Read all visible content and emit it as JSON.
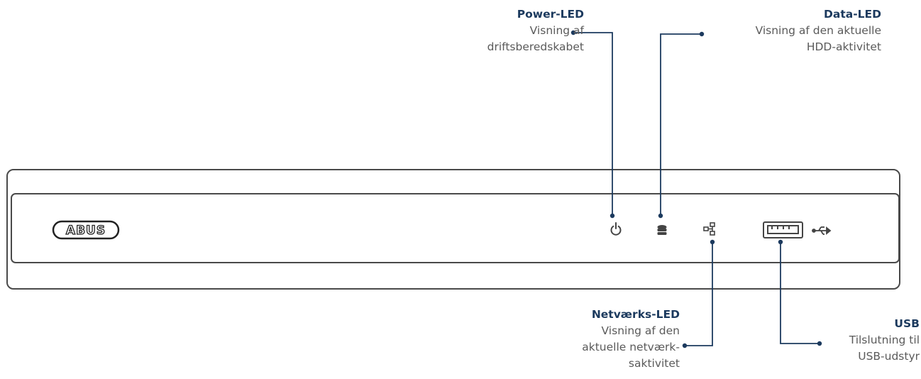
{
  "device": {
    "logo_text": "ABUS"
  },
  "callouts": {
    "power": {
      "title": "Power-LED",
      "lines": [
        "Visning af",
        "driftsberedskabet"
      ]
    },
    "data": {
      "title": "Data-LED",
      "lines": [
        "Visning af den aktuelle",
        "HDD-aktivitet"
      ]
    },
    "network": {
      "title": "Netværks-LED",
      "lines": [
        "Visning af den",
        "aktuelle netværk-",
        "saktivitet"
      ]
    },
    "usb": {
      "title": "USB",
      "lines": [
        "Tilslutning til",
        "USB-udstyr"
      ]
    }
  },
  "icons": [
    "power-icon",
    "hdd-icon",
    "network-icon",
    "usb-port",
    "usb-symbol-icon"
  ],
  "colors": {
    "accent": "#1c3a5e",
    "outline": "#4a4a4a",
    "text": "#5a5a5a"
  }
}
